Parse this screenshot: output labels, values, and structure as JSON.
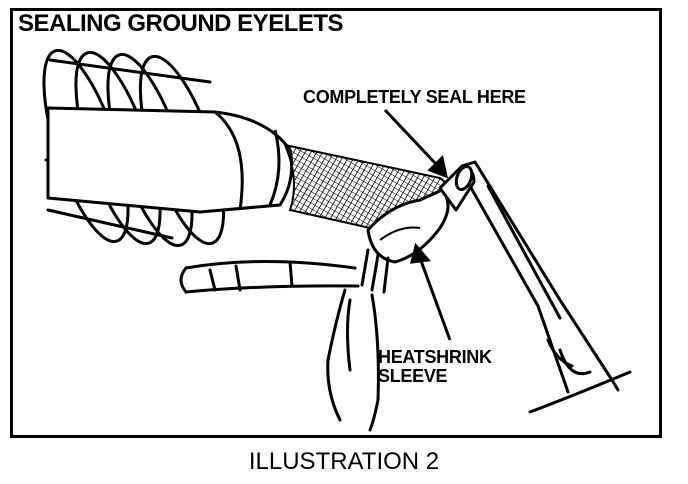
{
  "title": "SEALING GROUND EYELETS",
  "labels": {
    "seal": "COMPLETELY SEAL HERE",
    "heatshrink_line1": "HEATSHRINK",
    "heatshrink_line2": "SLEEVE"
  },
  "caption": "ILLUSTRATION 2"
}
